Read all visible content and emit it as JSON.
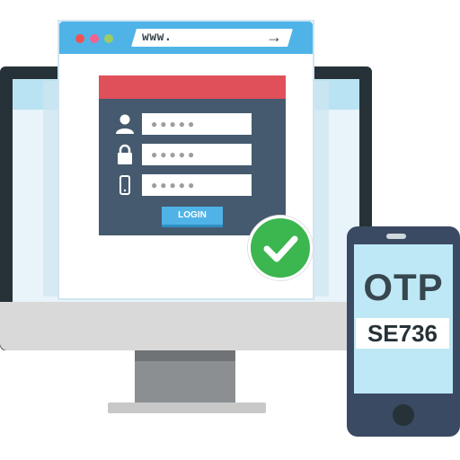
{
  "browser": {
    "url_text": "www.",
    "window_dots": [
      "#ef5350",
      "#f06292",
      "#9ccc65"
    ]
  },
  "login_form": {
    "fields": [
      {
        "icon": "user-icon",
        "value": "●●●●●"
      },
      {
        "icon": "lock-icon",
        "value": "●●●●●"
      },
      {
        "icon": "phone-icon",
        "value": "●●●●●"
      }
    ],
    "button_label": "LOGIN"
  },
  "phone": {
    "title": "OTP",
    "code": "SE736"
  },
  "colors": {
    "accent": "#4fb3e8",
    "header_red": "#e0505a",
    "success": "#3cb64f",
    "panel": "#455a6e"
  }
}
